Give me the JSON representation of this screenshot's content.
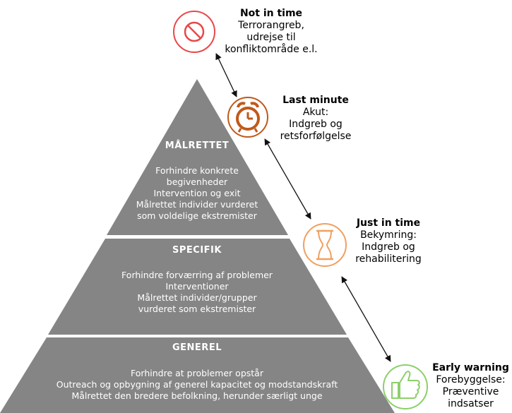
{
  "colors": {
    "pyramid": "#858585",
    "not_in_time": "#e8484a",
    "last_minute": "#c0581a",
    "just_in_time": "#f0a060",
    "early_warning": "#8ccf6a"
  },
  "pyramid": {
    "top": {
      "title": "MÅLRETTET",
      "lines": [
        "Forhindre konkrete",
        "begivenheder",
        "Intervention og exit",
        "Målrettet individer vurderet",
        "som voldelige ekstremister"
      ]
    },
    "middle": {
      "title": "SPECIFIK",
      "lines": [
        "Forhindre forværring af problemer",
        "Interventioner",
        "Målrettet individer/grupper",
        "vurderet som ekstremister"
      ]
    },
    "bottom": {
      "title": "GENEREL",
      "lines": [
        "Forhindre at problemer opstår",
        "Outreach og opbygning af generel kapacitet og modstandskraft",
        "Målrettet den bredere befolkning, herunder særligt unge"
      ]
    }
  },
  "stages": {
    "not_in_time": {
      "title": "Not in time",
      "icon": "no-entry-icon",
      "lines": [
        "Terrorangreb,",
        "udrejse til",
        "konfliktområde e.l."
      ]
    },
    "last_minute": {
      "title": "Last minute",
      "icon": "alarm-clock-icon",
      "lines": [
        "Akut:",
        "Indgreb og",
        "retsforfølgelse"
      ]
    },
    "just_in_time": {
      "title": "Just in time",
      "icon": "hourglass-icon",
      "lines": [
        "Bekymring:",
        "Indgreb og",
        "rehabilitering"
      ]
    },
    "early_warning": {
      "title": "Early warning",
      "icon": "thumbs-up-icon",
      "lines": [
        "Forebyggelse:",
        "Præventive",
        "indsatser"
      ]
    }
  }
}
